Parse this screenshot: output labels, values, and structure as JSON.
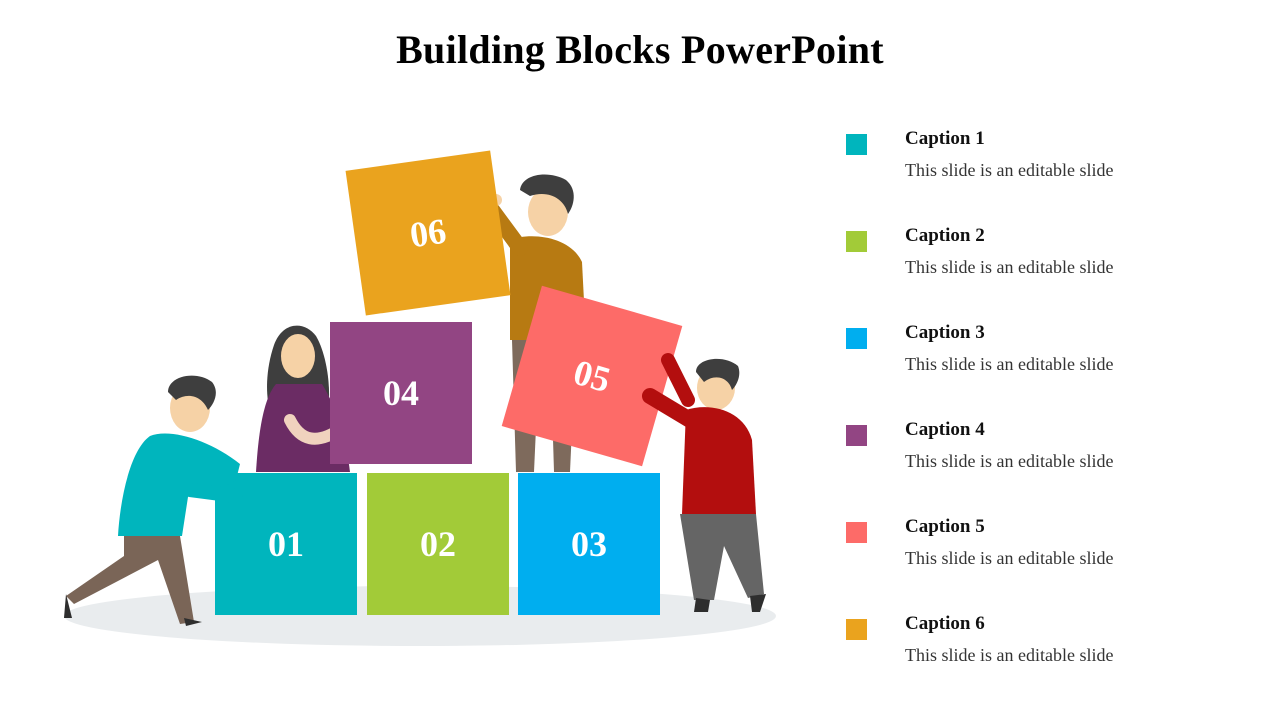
{
  "title": "Building Blocks PowerPoint",
  "blocks": [
    {
      "label": "01",
      "color": "#00B5BD"
    },
    {
      "label": "02",
      "color": "#A2CB38"
    },
    {
      "label": "03",
      "color": "#00AEEF"
    },
    {
      "label": "04",
      "color": "#924583"
    },
    {
      "label": "05",
      "color": "#FD6B68"
    },
    {
      "label": "06",
      "color": "#EAA31E"
    }
  ],
  "captions": [
    {
      "title": "Caption 1",
      "text": "This slide is an editable slide",
      "color": "#00B5BD"
    },
    {
      "title": "Caption 2",
      "text": "This slide is an editable slide",
      "color": "#A2CB38"
    },
    {
      "title": "Caption 3",
      "text": "This slide is an editable slide",
      "color": "#00AEEF"
    },
    {
      "title": "Caption 4",
      "text": "This slide is an editable slide",
      "color": "#924583"
    },
    {
      "title": "Caption 5",
      "text": "This slide is an editable slide",
      "color": "#FD6B68"
    },
    {
      "title": "Caption 6",
      "text": "This slide is an editable slide",
      "color": "#EAA31E"
    }
  ]
}
